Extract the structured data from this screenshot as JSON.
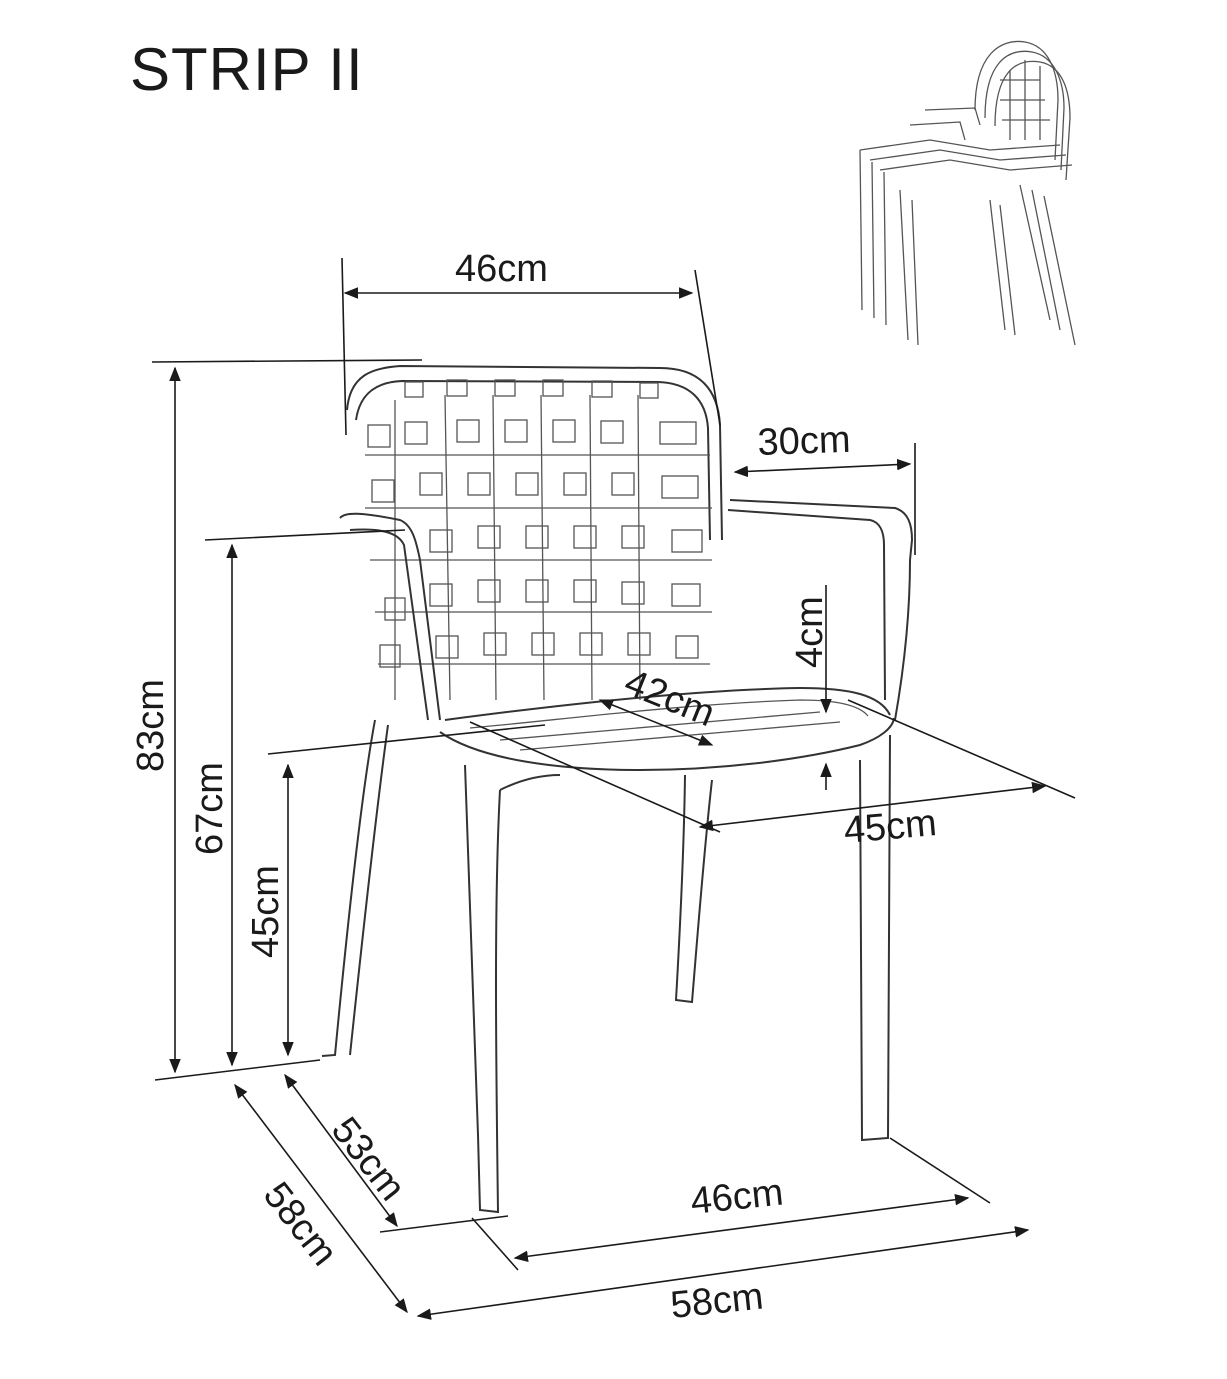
{
  "title": "STRIP II",
  "dimensions": {
    "back_width": "46cm",
    "armrest_depth": "30cm",
    "armrest_height_above_seat": "4cm",
    "seat_depth": "42cm",
    "seat_width": "45cm",
    "total_height": "83cm",
    "armrest_height": "67cm",
    "seat_height": "45cm",
    "inner_depth": "53cm",
    "total_depth": "58cm",
    "leg_width": "46cm",
    "total_width": "58cm"
  },
  "icons": {
    "chair": "chair-drawing-icon",
    "stack": "stacked-chairs-icon"
  },
  "colors": {
    "line": "#1a1a1a",
    "background": "#ffffff"
  }
}
